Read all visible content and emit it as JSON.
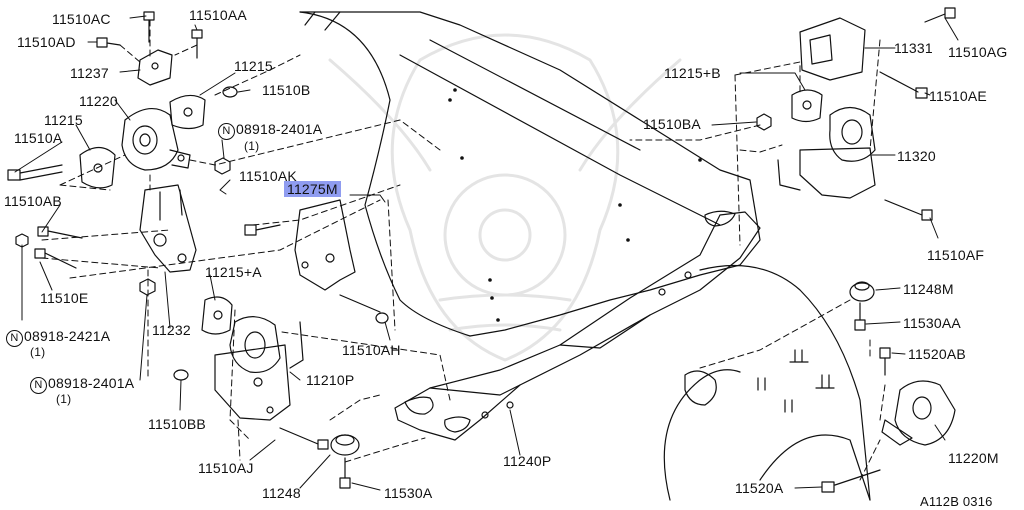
{
  "diagram_code": "A112B 0316",
  "highlight_color": "#8f9cf0",
  "parts": {
    "p11510AC": "11510AC",
    "p11510AA": "11510AA",
    "p11510AD": "11510AD",
    "p11237": "11237",
    "p11215_top": "11215",
    "p11510B": "11510B",
    "p11220": "11220",
    "p11215_left": "11215",
    "p11510A": "11510A",
    "p08918_2401A_top": "08918-2401A",
    "qty_top": "(1)",
    "p11510AK": "11510AK",
    "p11275M": "11275M",
    "p11510AB": "11510AB",
    "p11510E": "11510E",
    "p11215A": "11215+A",
    "p08918_2421A": "08918-2421A",
    "qty_2421A": "(1)",
    "p11232": "11232",
    "p08918_2401A_bottom": "08918-2401A",
    "qty_bottom": "(1)",
    "p11510AH": "11510AH",
    "p11210P": "11210P",
    "p11510BB": "11510BB",
    "p11510AJ": "11510AJ",
    "p11248": "11248",
    "p11530A": "11530A",
    "p11240P": "11240P",
    "p11510AG": "11510AG",
    "p11331": "11331",
    "p11215B": "11215+B",
    "p11510AE": "11510AE",
    "p11510BA": "11510BA",
    "p11320": "11320",
    "p11510AF": "11510AF",
    "p11248M": "11248M",
    "p11530AA": "11530AA",
    "p11520AB": "11520AB",
    "p11220M": "11220M",
    "p11520A": "11520A"
  },
  "circle_symbol": "N"
}
